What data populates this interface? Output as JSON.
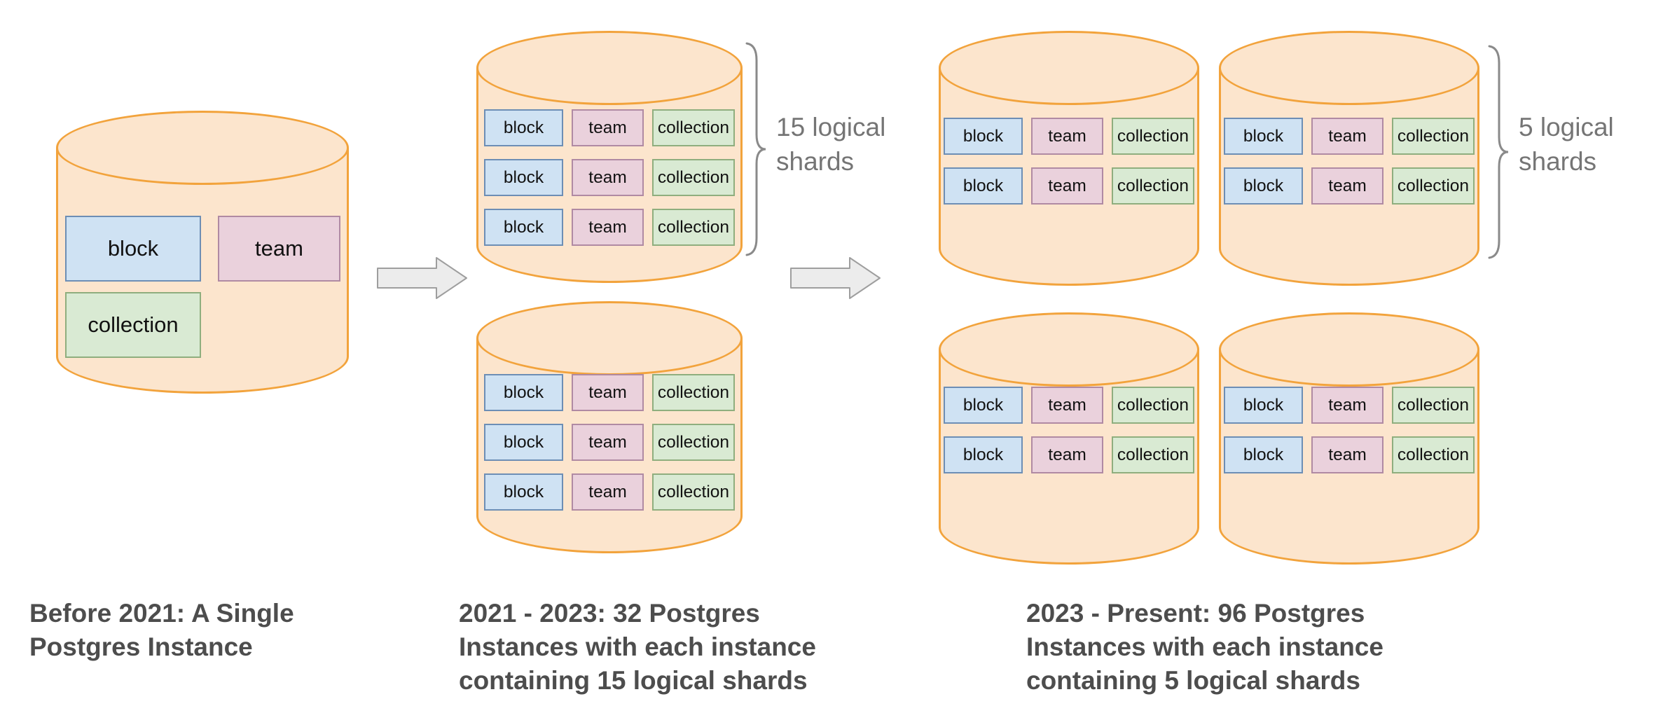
{
  "title": "Postgres sharding evolution diagram",
  "labels": {
    "block": "block",
    "team": "team",
    "collection": "collection"
  },
  "annotations": {
    "shards_15": "15 logical shards",
    "shards_5": "5 logical shards"
  },
  "captions": {
    "before": "Before 2021: A Single Postgres Instance",
    "middle": "2021 - 2023: 32 Postgres Instances with each instance containing 15 logical shards",
    "right": "2023 - Present: 96 Postgres Instances with each instance containing 5 logical shards"
  },
  "colors": {
    "cylinder_fill": "#fce5cd",
    "cylinder_stroke": "#f2a33c",
    "block_fill": "#cfe2f3",
    "block_stroke": "#6d8eb5",
    "team_fill": "#ead1dc",
    "team_stroke": "#b08aa3",
    "collection_fill": "#d9ead3",
    "collection_stroke": "#8fae7e",
    "arrow_fill": "#ececec",
    "arrow_stroke": "#9e9e9e",
    "caption_text": "#4d4d4d",
    "annotation_text": "#757575"
  }
}
